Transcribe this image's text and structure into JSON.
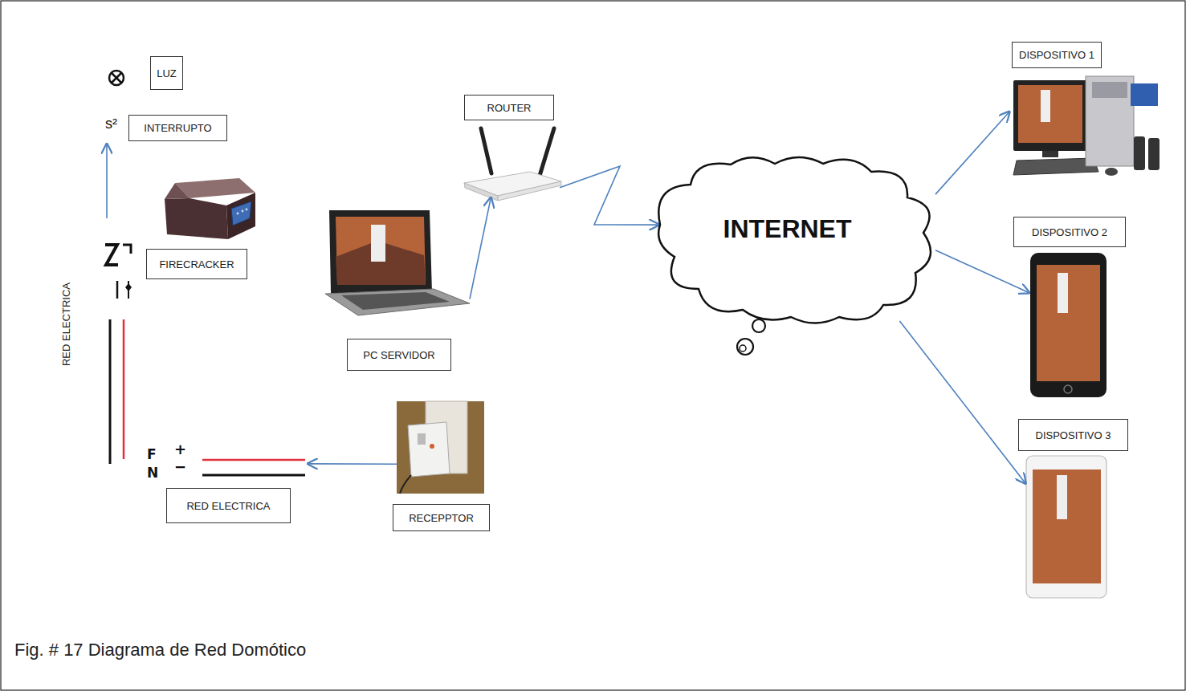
{
  "diagram": {
    "caption": "Fig. # 17 Diagrama de Red Domótico",
    "nodes": [
      {
        "text": [
          "LUZ"
        ]
      },
      {
        "text": [
          "INTERRUPTO"
        ]
      },
      {
        "text": [
          "ROUTER"
        ]
      },
      {
        "text": [
          "DISPOSITIVO 1"
        ]
      },
      {
        "text": [
          "FIRECRACKER"
        ]
      },
      {
        "text": [
          "INTERNET"
        ]
      },
      {
        "text": [
          "DISPOSITIVO 2"
        ]
      },
      {
        "text": [
          "PC SERVIDOR"
        ]
      },
      {
        "text": [
          "RED ELECTRICA"
        ]
      },
      {
        "text": [
          "DISPOSITIVO 3"
        ]
      },
      {
        "text": [
          "RED ELECTRICA"
        ]
      },
      {
        "text": [
          "RECEPPTOR"
        ]
      }
    ],
    "edges": [
      {
        "from": 7,
        "to": 2,
        "arrow": "to"
      },
      {
        "from": 2,
        "to": 5,
        "arrow": "to"
      },
      {
        "from": 5,
        "to": 3,
        "arrow": "to"
      },
      {
        "from": 5,
        "to": 6,
        "arrow": "to"
      },
      {
        "from": 5,
        "to": 9,
        "arrow": "to"
      },
      {
        "from": 11,
        "to": 10,
        "arrow": "to"
      }
    ],
    "labels": [
      "s²",
      "F",
      "+",
      "N",
      "−"
    ]
  }
}
